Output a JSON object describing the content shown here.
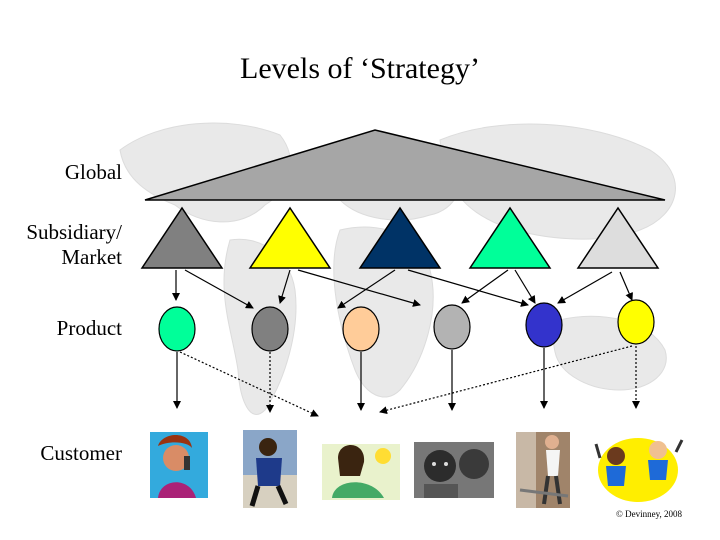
{
  "title": "Levels of ‘Strategy’",
  "levels": {
    "global": "Global",
    "subsidiary_line1": "Subsidiary/",
    "subsidiary_line2": "Market",
    "product": "Product",
    "customer": "Customer"
  },
  "copyright": "© Devinney, 2008",
  "colors": {
    "global_triangle": "#a6a6a6",
    "subsidiaries": [
      "#808080",
      "#ffff00",
      "#003366",
      "#00ff99",
      "#dddddd"
    ],
    "products": [
      "#00ff99",
      "#808080",
      "#ffcc99",
      "#b3b3b3",
      "#3333cc",
      "#ffff00"
    ],
    "background_map": "#e8e8e8"
  },
  "customers": [
    {
      "icon": "woman-phone-icon"
    },
    {
      "icon": "running-man-icon"
    },
    {
      "icon": "woman-cocktail-icon"
    },
    {
      "icon": "children-photo-icon"
    },
    {
      "icon": "woman-treadmill-icon"
    },
    {
      "icon": "kids-exercising-icon"
    }
  ]
}
